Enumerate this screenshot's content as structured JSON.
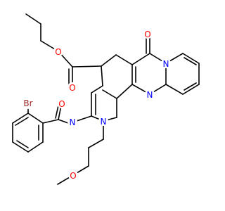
{
  "atoms": [
    {
      "id": "a1",
      "label": "O",
      "color": "#ff0000"
    },
    {
      "id": "a2",
      "label": "O",
      "color": "#ff0000"
    },
    {
      "id": "a3",
      "label": "O",
      "color": "#ff0000"
    },
    {
      "id": "a4",
      "label": "N",
      "color": "#0000ff"
    },
    {
      "id": "a5",
      "label": "O",
      "color": "#ff0000"
    },
    {
      "id": "a6",
      "label": "N",
      "color": "#0000ff"
    },
    {
      "id": "a7",
      "label": "N",
      "color": "#0000ff"
    },
    {
      "id": "a8",
      "label": "N",
      "color": "#0000ff"
    },
    {
      "id": "a9",
      "label": "O",
      "color": "#ff0000"
    },
    {
      "id": "a10",
      "label": "Br",
      "color": "#a52a2a"
    }
  ]
}
